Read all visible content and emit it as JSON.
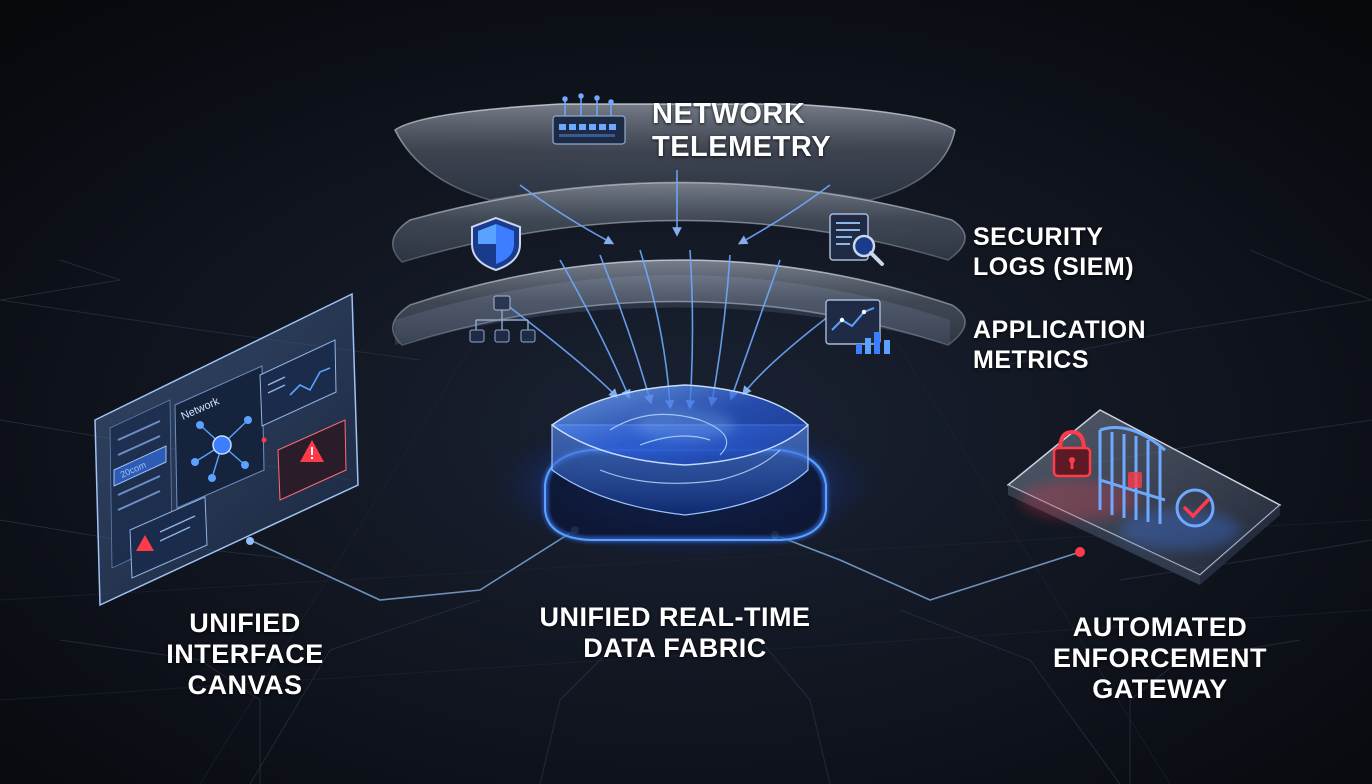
{
  "layers": [
    {
      "id": "network",
      "lines": [
        "NETWORK",
        "TELEMETRY"
      ],
      "icon": "network-switch-icon"
    },
    {
      "id": "security",
      "lines": [
        "SECURITY",
        "LOGS (SIEM)"
      ],
      "icon": "shield-icon"
    },
    {
      "id": "application",
      "lines": [
        "APPLICATION",
        "METRICS"
      ],
      "icon": "hierarchy-icon"
    }
  ],
  "hub": {
    "lines": [
      "UNIFIED REAL-TIME",
      "DATA FABRIC"
    ]
  },
  "canvas": {
    "lines": [
      "UNIFIED",
      "INTERFACE",
      "CANVAS"
    ],
    "panel_title": "Network",
    "sidebar_item": "20com"
  },
  "gateway": {
    "lines": [
      "AUTOMATED",
      "ENFORCEMENT",
      "GATEWAY"
    ]
  },
  "colors": {
    "background": "#0d1017",
    "glow_blue": "#2f6bff",
    "accent_blue": "#5aa2ff",
    "alert_red": "#ff3b4a",
    "glass": "#9aa6b8",
    "text": "#ffffff"
  }
}
